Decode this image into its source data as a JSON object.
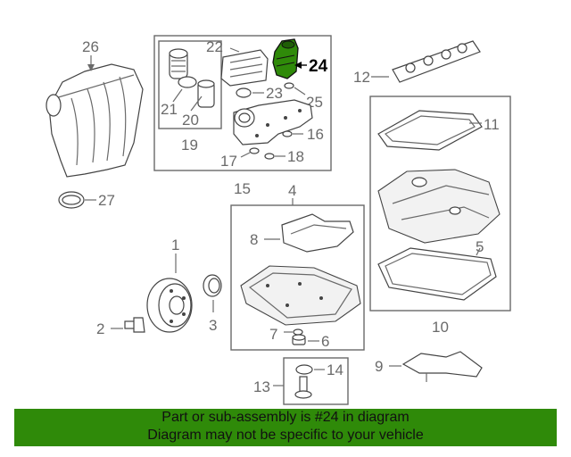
{
  "diagram": {
    "callouts": {
      "c1": "1",
      "c2": "2",
      "c3": "3",
      "c4": "4",
      "c5": "5",
      "c6": "6",
      "c7": "7",
      "c8": "8",
      "c9": "9",
      "c10": "10",
      "c11": "11",
      "c12": "12",
      "c13": "13",
      "c14": "14",
      "c15": "15",
      "c16": "16",
      "c17": "17",
      "c18": "18",
      "c19": "19",
      "c20": "20",
      "c21": "21",
      "c22": "22",
      "c23": "23",
      "c24": "24",
      "c25": "25",
      "c26": "26",
      "c27": "27"
    },
    "highlighted_part": "24",
    "highlight_color": "#2f8a09"
  },
  "banner": {
    "line1": "Part or sub-assembly is #24 in diagram",
    "line2": "Diagram may not be specific to your vehicle",
    "background": "#2f8a09"
  }
}
